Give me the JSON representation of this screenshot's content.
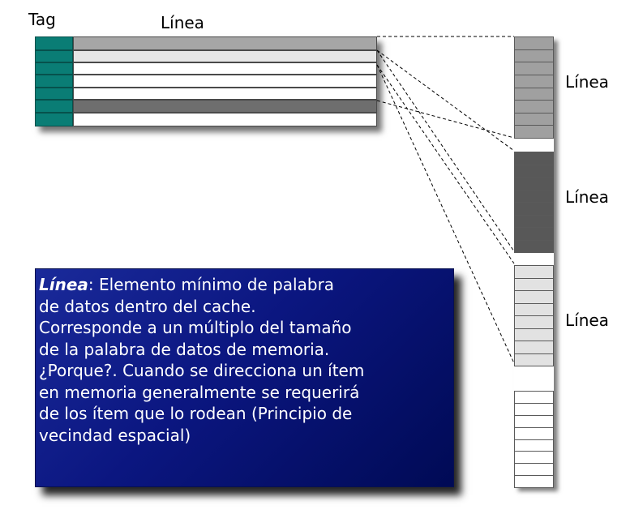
{
  "labels": {
    "tag": "Tag",
    "cache_line": "Línea",
    "memory_lines": [
      "Línea",
      "Línea",
      "Línea"
    ]
  },
  "colors": {
    "tag": "#0a7d75",
    "cache_rows": [
      "#a6a6a6",
      "#e6e6e6",
      "#ffffff",
      "#ffffff",
      "#ffffff",
      "#6e6e6e",
      "#ffffff"
    ],
    "memory_group_1": "#a0a0a0",
    "memory_group_2": "#585858",
    "memory_group_3": "#e2e2e2",
    "memory_rest": "#ffffff",
    "definition_box": "#0b1680"
  },
  "definition": {
    "term": "Línea",
    "first_line_rest": ": Elemento mínimo de palabra",
    "lines": [
      "de datos dentro del cache.",
      "Corresponde a un múltiplo del tamaño",
      "de la palabra de datos de memoria.",
      "¿Porque?. Cuando se direcciona un ítem",
      "en memoria generalmente se requerirá",
      "de los ítem que lo rodean (Principio de",
      "vecindad espacial)"
    ]
  }
}
